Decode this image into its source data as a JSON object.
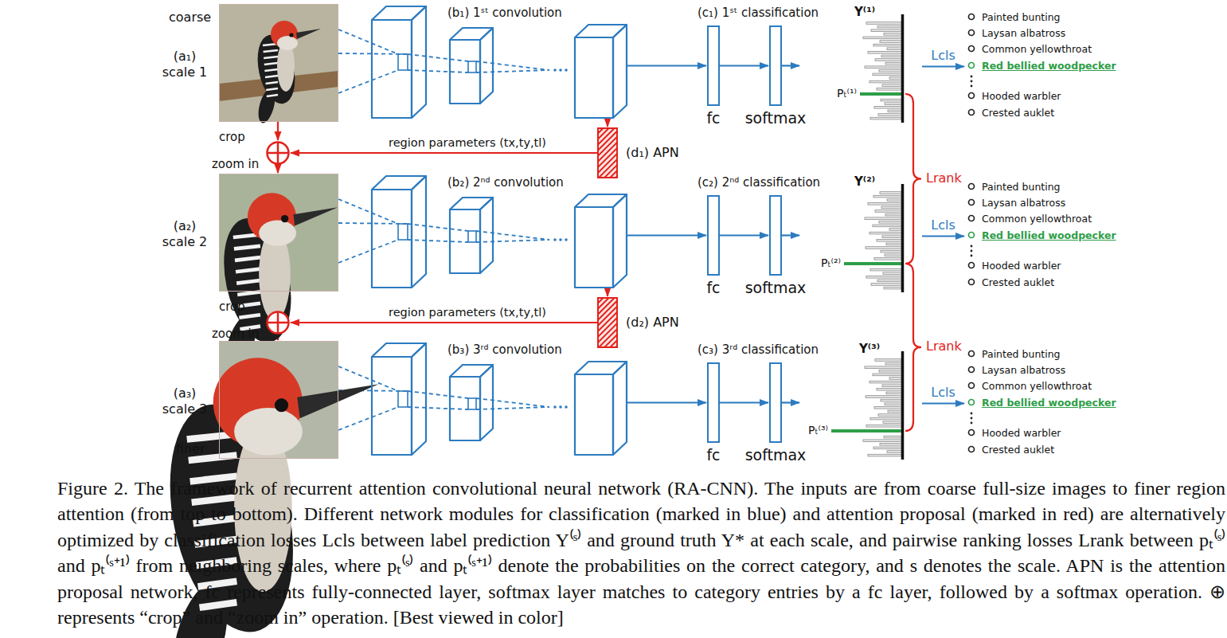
{
  "diagram": {
    "caption": "Figure 2. The framework of recurrent attention convolutional neural network (RA-CNN). The inputs are from coarse full-size images to finer region attention (from top to bottom). Different network modules for classification (marked in blue) and attention proposal (marked in red) are alternatively optimized by classification losses Lcls between label prediction Y⁽ˢ⁾ and ground truth Y* at each scale, and pairwise ranking losses Lrank between pₜ⁽ˢ⁾ and pₜ⁽ˢ⁺¹⁾ from neighboring scales, where pₜ⁽ˢ⁾ and pₜ⁽ˢ⁺¹⁾ denote the probabilities on the correct category, and s denotes the scale. APN is the attention proposal network, fc represents fully-connected layer, softmax layer matches to category entries by a fc layer, followed by a softmax operation. ⊕ represents “crop” and “zoom in” operation. [Best viewed in color]",
    "nodes": [
      {
        "text": [
          "(a₁) scale 1"
        ]
      },
      {
        "text": [
          "(b₁) 1ˢᵗ convolution"
        ]
      },
      {
        "text": [
          "(c₁) 1ˢᵗ classification"
        ]
      },
      {
        "text": [
          "fc"
        ],
        "in": 2
      },
      {
        "text": [
          "softmax"
        ],
        "in": 2
      },
      {
        "text": [
          "Y⁽¹⁾",
          "Pₜ⁽¹⁾"
        ]
      },
      {
        "text": [
          "Painted bunting",
          "Laysan albatross",
          "Common yellowthroat",
          "Red bellied woodpecker",
          "Hooded warbler",
          "Crested auklet"
        ]
      },
      {
        "text": [
          "(d₁) APN"
        ]
      },
      {
        "text": [
          "crop",
          "zoom in"
        ]
      },
      {
        "text": [
          "(a₂) scale 2"
        ]
      },
      {
        "text": [
          "(b₂) 2ⁿᵈ convolution"
        ]
      },
      {
        "text": [
          "(c₂) 2ⁿᵈ classification"
        ]
      },
      {
        "text": [
          "fc"
        ],
        "in": 11
      },
      {
        "text": [
          "softmax"
        ],
        "in": 11
      },
      {
        "text": [
          "Y⁽²⁾",
          "Pₜ⁽²⁾"
        ]
      },
      {
        "text": [
          "Painted bunting",
          "Laysan albatross",
          "Common yellowthroat",
          "Red bellied woodpecker",
          "Hooded warbler",
          "Crested auklet"
        ]
      },
      {
        "text": [
          "(d₂) APN"
        ]
      },
      {
        "text": [
          "crop",
          "zoom in"
        ]
      },
      {
        "text": [
          "(a₃) scale 3"
        ]
      },
      {
        "text": [
          "(b₃) 3ʳᵈ convolution"
        ]
      },
      {
        "text": [
          "(c₃) 3ʳᵈ classification"
        ]
      },
      {
        "text": [
          "fc"
        ],
        "in": 20
      },
      {
        "text": [
          "softmax"
        ],
        "in": 20
      },
      {
        "text": [
          "Y⁽³⁾",
          "Pₜ⁽³⁾"
        ]
      },
      {
        "text": [
          "Painted bunting",
          "Laysan albatross",
          "Common yellowthroat",
          "Red bellied woodpecker",
          "Hooded warbler",
          "Crested auklet"
        ]
      }
    ],
    "edges": [
      {
        "from": 0,
        "to": 1,
        "arrow": "none"
      },
      {
        "from": 1,
        "to": 3,
        "arrow": "to"
      },
      {
        "from": 3,
        "to": 4,
        "arrow": "to"
      },
      {
        "from": 4,
        "to": 5,
        "arrow": "to"
      },
      {
        "from": 5,
        "to": 6,
        "label": "Lcls",
        "arrow": "to"
      },
      {
        "from": 1,
        "to": 7,
        "arrow": "to"
      },
      {
        "from": 7,
        "to": 8,
        "label": "region parameters (tx,ty,tl)",
        "arrow": "to"
      },
      {
        "from": 0,
        "to": 8,
        "arrow": "to"
      },
      {
        "from": 8,
        "to": 9,
        "arrow": "to"
      },
      {
        "from": 9,
        "to": 10,
        "arrow": "none"
      },
      {
        "from": 10,
        "to": 12,
        "arrow": "to"
      },
      {
        "from": 12,
        "to": 13,
        "arrow": "to"
      },
      {
        "from": 13,
        "to": 14,
        "arrow": "to"
      },
      {
        "from": 14,
        "to": 15,
        "label": "Lcls",
        "arrow": "to"
      },
      {
        "from": 10,
        "to": 16,
        "arrow": "to"
      },
      {
        "from": 16,
        "to": 17,
        "label": "region parameters (tx,ty,tl)",
        "arrow": "to"
      },
      {
        "from": 9,
        "to": 17,
        "arrow": "to"
      },
      {
        "from": 17,
        "to": 18,
        "arrow": "to"
      },
      {
        "from": 18,
        "to": 19,
        "arrow": "none"
      },
      {
        "from": 19,
        "to": 21,
        "arrow": "to"
      },
      {
        "from": 21,
        "to": 22,
        "arrow": "to"
      },
      {
        "from": 22,
        "to": 23,
        "arrow": "to"
      },
      {
        "from": 23,
        "to": 24,
        "label": "Lcls",
        "arrow": "to"
      },
      {
        "from": 5,
        "to": 14,
        "label": "Lrank",
        "arrow": "none"
      },
      {
        "from": 14,
        "to": 23,
        "label": "Lrank",
        "arrow": "none"
      }
    ],
    "labels": [
      "coarse",
      "finer"
    ]
  }
}
